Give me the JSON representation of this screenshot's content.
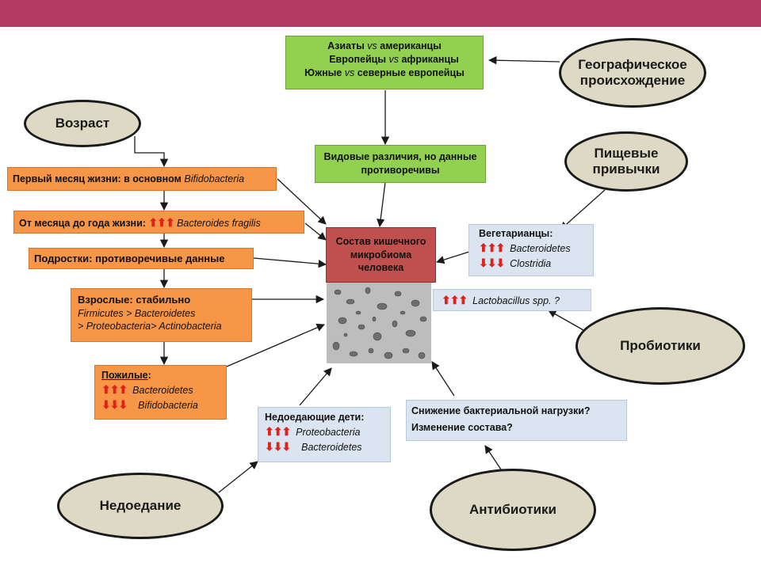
{
  "ovals": {
    "age": "Возраст",
    "geo": "Географическое происхождение",
    "diet": "Пищевые привычки",
    "probiotics": "Пробиотики",
    "malnutrition": "Недоедание",
    "antibiotics": "Антибиотики"
  },
  "geo_box": {
    "line1_a": "Азиаты ",
    "line1_vs": "vs",
    "line1_b": " американцы",
    "line2_a": "Европейцы ",
    "line2_vs": "vs",
    "line2_b": " африканцы",
    "line3_a": "Южные ",
    "line3_vs": "vs",
    "line3_b": " северные европейцы"
  },
  "species_box": {
    "text": "Видовые различия, но данные противоречивы"
  },
  "center_box": {
    "text": "Состав кишечного микробиома человека"
  },
  "age_boxes": {
    "first_month": {
      "text": "Первый месяц жизни: в основном ",
      "taxon": "Bifidobacteria"
    },
    "month_year": {
      "text": "От месяца до года жизни: ",
      "arrows": "⬆⬆⬆",
      "taxon": "Bacteroides fragilis"
    },
    "teens": {
      "text": "Подростки: противоречивые данные"
    },
    "adults": {
      "title": "Взрослые: стабильно",
      "line1": "Firmicutes > Bacteroidetes",
      "line2": "> Proteobacteria> Actinobacteria"
    },
    "elderly": {
      "title": "Пожилые",
      "colon": ":",
      "up": "⬆⬆⬆",
      "down": "⬇⬇⬇",
      "taxon_up": "Bacteroidetes",
      "taxon_down": "Bifidobacteria"
    }
  },
  "veg_box": {
    "title": "Вегетарианцы:",
    "up": "⬆⬆⬆",
    "down": "⬇⬇⬇",
    "taxon_up": "Bacteroidetes",
    "taxon_down": "Clostridia"
  },
  "lacto_box": {
    "up": "⬆⬆⬆",
    "taxon": "Lactobacillus spp. ?"
  },
  "kids_box": {
    "title": "Недоедающие дети:",
    "up": "⬆⬆⬆",
    "down": "⬇⬇⬇",
    "taxon_up": "Proteobacteria",
    "taxon_down": "Bacteroidetes"
  },
  "antibiotic_box": {
    "line1": "Снижение бактериальной нагрузки?",
    "line2": "Изменение состава?"
  },
  "colors": {
    "header": "#b23a63",
    "orange": "#f79646",
    "green": "#92d050",
    "blue": "#dbe5f1",
    "red_box": "#c0504d",
    "oval": "#ddd9c4",
    "arrow_up_down": "#e0201b"
  }
}
